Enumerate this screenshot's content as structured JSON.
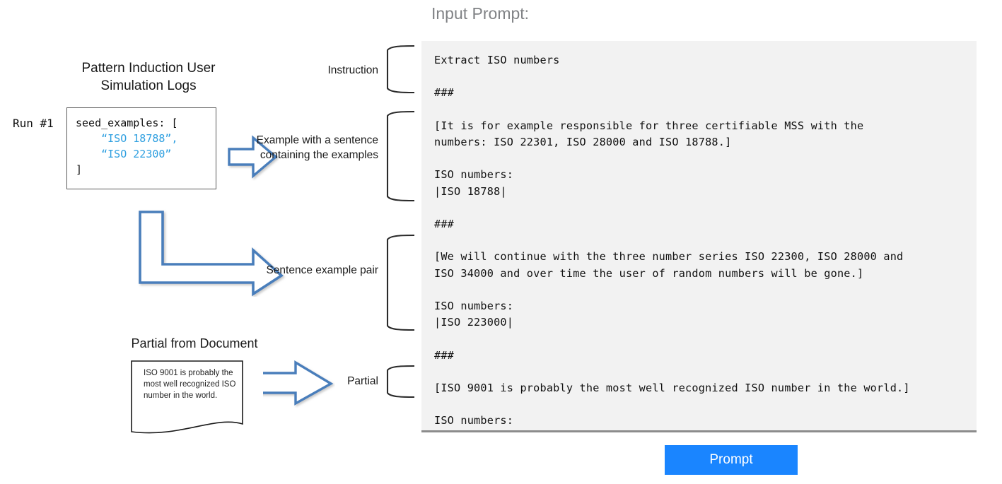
{
  "left_panel": {
    "pattern_title": "Pattern Induction User\nSimulation Logs",
    "run_label": "Run #1",
    "seed_box": {
      "line1": "seed_examples: [",
      "line2": "“ISO 18788”,",
      "line3": "“ISO 22300”",
      "line4": "]",
      "value_color": "#2e9fe0"
    },
    "partial_title": "Partial from Document",
    "document_text": "ISO 9001 is probably the most well recognized ISO number in the world."
  },
  "annotations": {
    "instruction": "Instruction",
    "example_with_sentence": "Example with a sentence containing the examples",
    "sentence_example_pair": "Sentence example pair",
    "partial": "Partial"
  },
  "prompt_panel": {
    "heading": "Input Prompt:",
    "body": "Extract ISO numbers\n\n###\n\n[It is for example responsible for three certifiable MSS with the\nnumbers: ISO 22301, ISO 28000 and ISO 18788.]\n\nISO numbers:\n|ISO 18788|\n\n###\n\n[We will continue with the three number series ISO 22300, ISO 28000 and\nISO 34000 and over time the user of random numbers will be gone.]\n\nISO numbers:\n|ISO 223000|\n\n###\n\n[ISO 9001 is probably the most well recognized ISO number in the world.]\n\nISO numbers:",
    "background": "#f2f2f2",
    "heading_color": "#808285"
  },
  "button": {
    "label": "Prompt",
    "color": "#1a85ff",
    "text_color": "#ffffff"
  },
  "arrow_color": "#4a7ebb"
}
